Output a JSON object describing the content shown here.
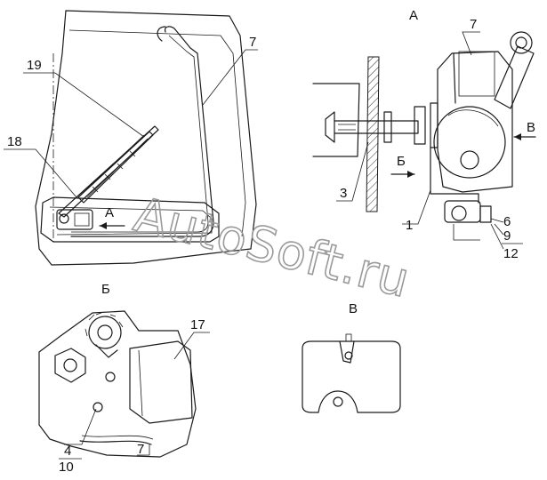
{
  "views": {
    "a": "А",
    "b": "Б",
    "v": "В"
  },
  "callouts": {
    "c1": "1",
    "c3": "3",
    "c4": "4",
    "c6": "6",
    "c7_main": "7",
    "c7_a": "7",
    "c7_b": "7",
    "c9": "9",
    "c10": "10",
    "c12": "12",
    "c17": "17",
    "c18": "18",
    "c19": "19"
  },
  "arrows": {
    "main_a": "А",
    "a_b": "Б",
    "a_v": "В"
  },
  "watermark": "AutoSoft.ru"
}
